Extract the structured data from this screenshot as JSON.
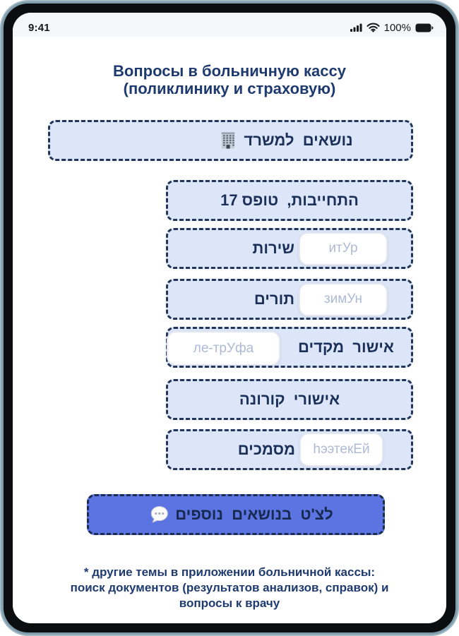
{
  "status_bar": {
    "time": "9:41",
    "battery_percent": "100%"
  },
  "header": {
    "title_line1": "Вопросы в больничную кассу",
    "title_line2": "(поликлинику и страховую)"
  },
  "topics": [
    {
      "label": "נושאים  למשרד",
      "icon": "office-building"
    },
    {
      "label": "התחייבות,  טופס 17"
    },
    {
      "label": "שירות",
      "chip": "итУр"
    },
    {
      "label": "תורים",
      "chip": "зимУн"
    },
    {
      "label": "אישור  מקדים",
      "chip": "ле-трУфа"
    },
    {
      "label": "אישורי  קורונה"
    },
    {
      "label": "מסמכים",
      "chip": "hээтекЕй"
    }
  ],
  "chat_button": {
    "label": "לצ'ט  בנושאים  נוספים",
    "icon": "speech-bubble"
  },
  "footnote": {
    "line1": "* другие темы в приложении больничной кассы:",
    "line2": "поиск документов (результатов анализов, справок) и",
    "line3": "вопросы к врачу"
  },
  "colors": {
    "accent_navy": "#1e3a6e",
    "topic_bg": "#dde6f8",
    "topic_border": "#22365c",
    "chat_bg": "#5b74e1",
    "chip_placeholder": "#aeb9d4",
    "frame_teal": "#7f9dac"
  }
}
